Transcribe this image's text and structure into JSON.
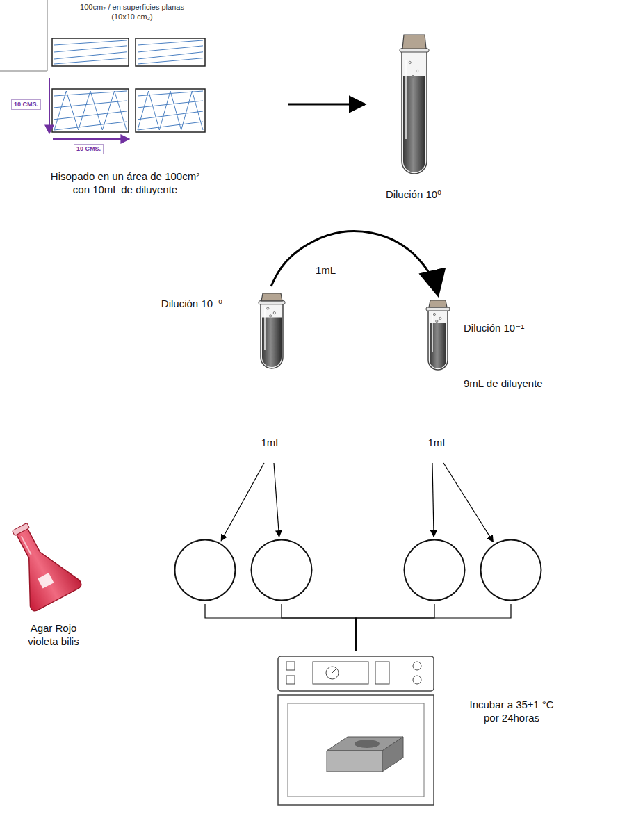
{
  "diagram": {
    "nodes": [
      {
        "text": [
          "Hisopado en un área de 100cm² con 10mL de diluyente"
        ]
      },
      {
        "text": [
          "Dilución 10⁰"
        ]
      },
      {
        "text": [
          "Dilución 10⁻⁰",
          "1mL"
        ]
      },
      {
        "text": [
          "Dilución 10⁻¹",
          "9mL de diluyente",
          "1mL"
        ]
      },
      {
        "text": [
          "Agar Rojo violeta bilis"
        ]
      },
      {
        "text": []
      },
      {
        "text": []
      },
      {
        "text": []
      },
      {
        "text": []
      },
      {
        "text": [
          "Incubar a 35±1 °C por 24horas"
        ]
      }
    ],
    "edges": [
      {
        "from": 0,
        "to": 1,
        "arrow": "to"
      },
      {
        "from": 2,
        "to": 3,
        "arrow": "to",
        "label": "1mL"
      },
      {
        "from": 2,
        "to": 5,
        "arrow": "to"
      },
      {
        "from": 2,
        "to": 6,
        "arrow": "to"
      },
      {
        "from": 3,
        "to": 7,
        "arrow": "to"
      },
      {
        "from": 3,
        "to": 8,
        "arrow": "to"
      },
      {
        "from": 5,
        "to": 9,
        "arrow": "none"
      },
      {
        "from": 6,
        "to": 9,
        "arrow": "none"
      },
      {
        "from": 7,
        "to": 9,
        "arrow": "none"
      },
      {
        "from": 8,
        "to": 9,
        "arrow": "none"
      }
    ],
    "labels": [
      "100cm₂ / en superficies planas (10x10 cm₂)",
      "10 CMS.",
      "10 CMS."
    ]
  }
}
